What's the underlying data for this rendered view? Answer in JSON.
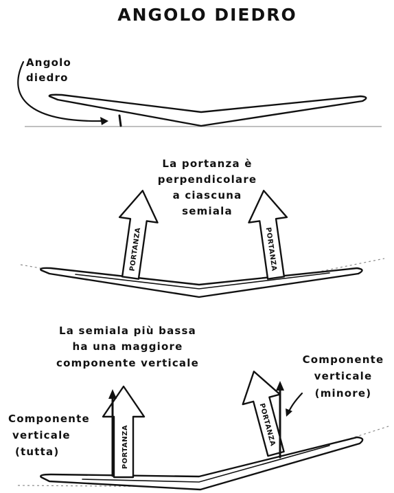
{
  "title": "ANGOLO DIEDRO",
  "section1": {
    "label_line1": "Angolo",
    "label_line2": "diedro"
  },
  "section2": {
    "caption": [
      "La portanza è",
      "perpendicolare",
      "a ciascuna",
      "semiala"
    ],
    "arrow_label": "PORTANZA"
  },
  "section3": {
    "caption": [
      "La semiala più bassa",
      "ha una maggiore",
      "componente verticale"
    ],
    "left_label": [
      "Componente",
      "verticale",
      "(tutta)"
    ],
    "right_label": [
      "Componente",
      "verticale",
      "(minore)"
    ],
    "arrow_label": "PORTANZA"
  }
}
